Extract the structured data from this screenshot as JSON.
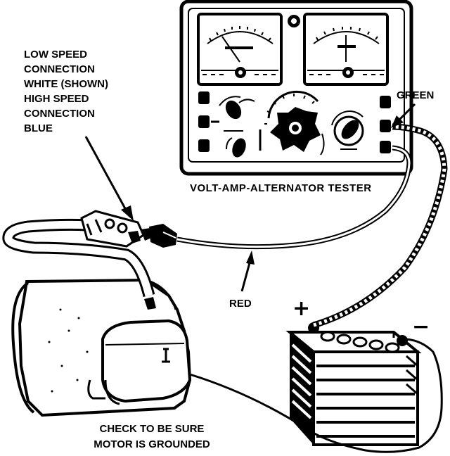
{
  "labels": {
    "connection_note": [
      "LOW SPEED",
      "CONNECTION",
      "WHITE (SHOWN)",
      "HIGH SPEED",
      "CONNECTION",
      "BLUE"
    ],
    "green": "GREEN",
    "tester": "VOLT-AMP-ALTERNATOR TESTER",
    "red": "RED",
    "plus": "+",
    "minus": "−",
    "ground_note": [
      "CHECK TO BE SURE",
      "MOTOR IS GROUNDED"
    ]
  }
}
